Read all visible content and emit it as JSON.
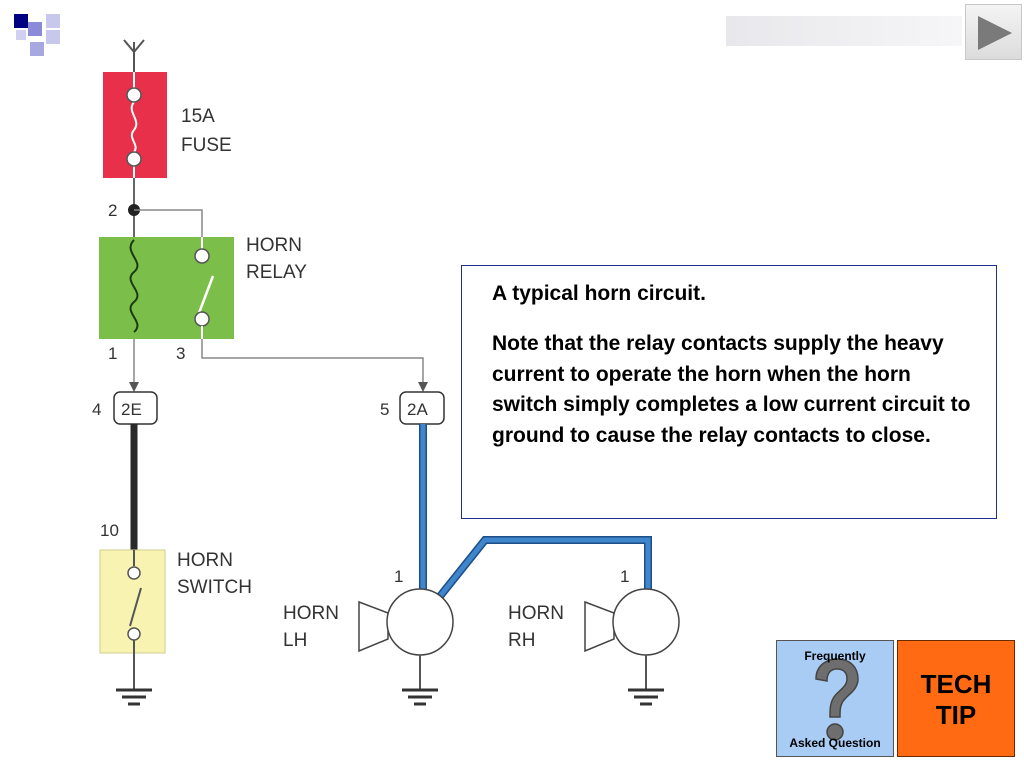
{
  "diagram": {
    "fuse_rating": "15A",
    "fuse_label": "FUSE",
    "relay_label_1": "HORN",
    "relay_label_2": "RELAY",
    "switch_label_1": "HORN",
    "switch_label_2": "SWITCH",
    "horn_lh_label_1": "HORN",
    "horn_lh_label_2": "LH",
    "horn_rh_label_1": "HORN",
    "horn_rh_label_2": "RH",
    "terminal_2": "2",
    "terminal_1": "1",
    "terminal_3": "3",
    "terminal_4": "4",
    "terminal_5": "5",
    "terminal_10": "10",
    "connector_2e": "2E",
    "connector_2a": "2A",
    "horn_lh_pin": "1",
    "horn_rh_pin": "1",
    "colors": {
      "fuse": "#e8304a",
      "relay": "#7cbe4a",
      "switch": "#f8f3b0",
      "wire_blue": "#3f86cc",
      "wire_black": "#2a2a2a"
    }
  },
  "callout": {
    "title": "A typical horn circuit.",
    "body": "Note that the relay contacts supply the heavy current to operate the horn when the horn switch simply completes a low current circuit to ground to cause the relay contacts to close."
  },
  "buttons": {
    "faq_top": "Frequently",
    "faq_bottom": "Asked Question",
    "faq_icon": "question-mark-icon",
    "tech_tip": "TECH\nTIP",
    "next_icon": "play-arrow-icon"
  }
}
